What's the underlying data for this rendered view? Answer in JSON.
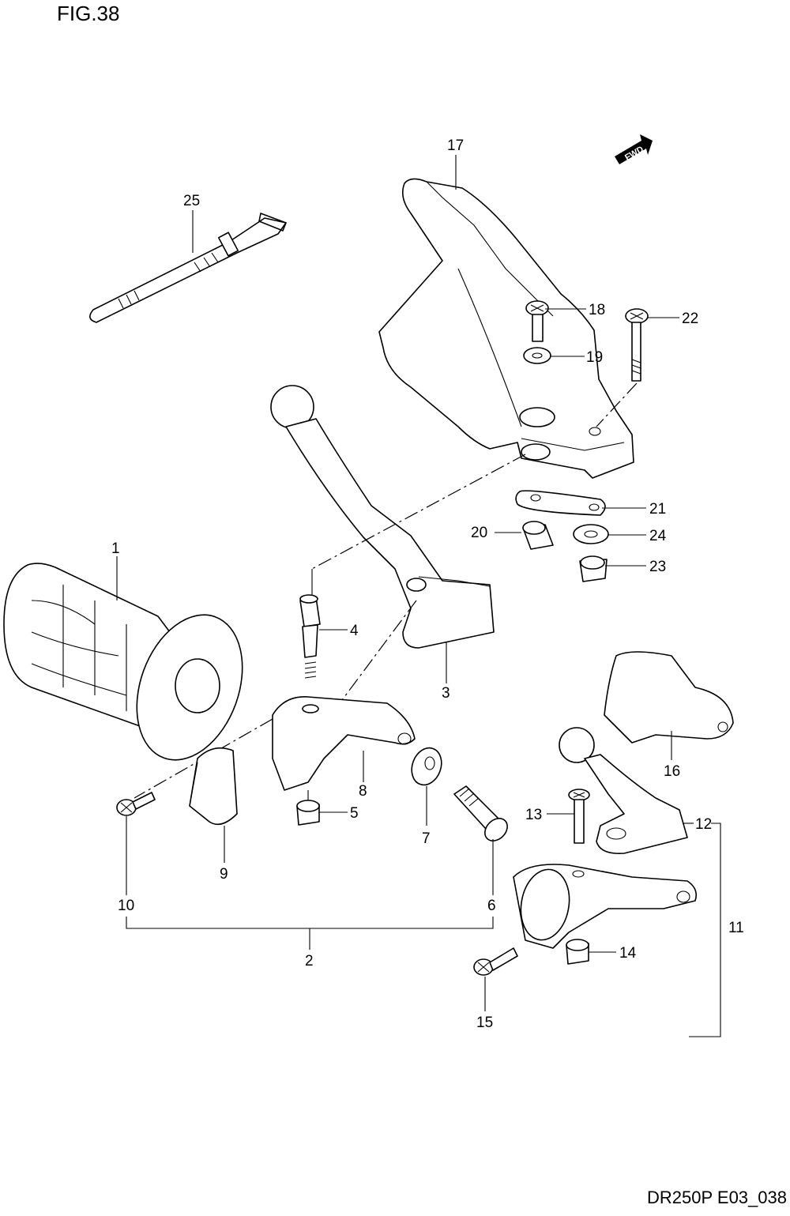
{
  "figure_title": "FIG.38",
  "footer_code": "DR250P E03_038",
  "fwd_label": "FWD",
  "callouts": [
    "1",
    "2",
    "3",
    "4",
    "5",
    "6",
    "7",
    "8",
    "9",
    "10",
    "11",
    "12",
    "13",
    "14",
    "15",
    "16",
    "17",
    "18",
    "19",
    "20",
    "21",
    "22",
    "23",
    "24",
    "25"
  ]
}
